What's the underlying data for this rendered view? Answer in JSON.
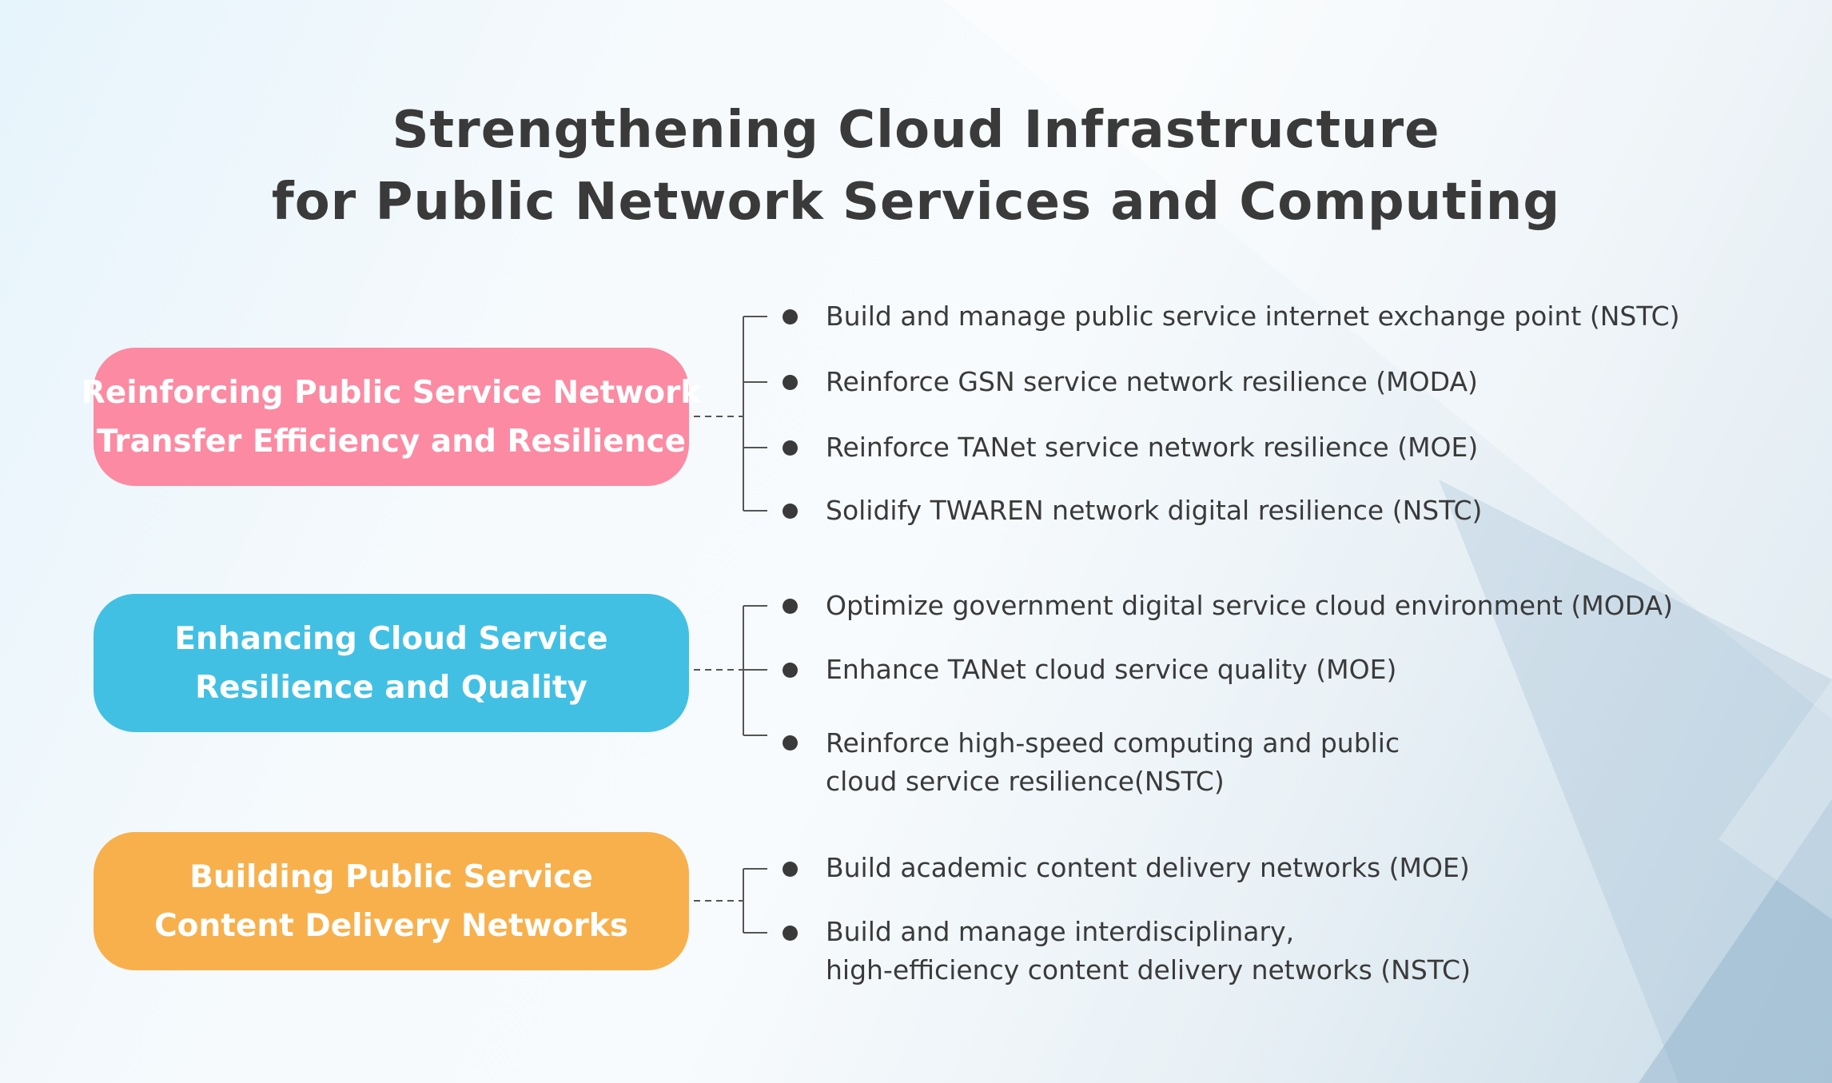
{
  "title": {
    "line1": "Strengthening Cloud Infrastructure",
    "line2": "for Public Network Services and Computing"
  },
  "colors": {
    "pink": "#fc8aa2",
    "blue": "#42c0e4",
    "orange": "#f8b04c",
    "text": "#3a3a3a",
    "connector": "#555555"
  },
  "groups": [
    {
      "label_line1": "Reinforcing Public Service Network",
      "label_line2": "Transfer Efficiency and Resilience",
      "items": [
        {
          "line1": "Build and manage public service internet exchange point (NSTC)"
        },
        {
          "line1": "Reinforce GSN service network resilience (MODA)"
        },
        {
          "line1": "Reinforce TANet service network resilience (MOE)"
        },
        {
          "line1": "Solidify TWAREN network digital resilience (NSTC)"
        }
      ]
    },
    {
      "label_line1": "Enhancing Cloud Service",
      "label_line2": "Resilience and Quality",
      "items": [
        {
          "line1": "Optimize government digital service cloud environment (MODA)"
        },
        {
          "line1": "Enhance TANet cloud service quality (MOE)"
        },
        {
          "line1": "Reinforce high-speed computing and public",
          "line2": "cloud service resilience(NSTC)"
        }
      ]
    },
    {
      "label_line1": "Building Public Service",
      "label_line2": "Content Delivery Networks",
      "items": [
        {
          "line1": "Build academic content delivery networks (MOE)"
        },
        {
          "line1": "Build and manage interdisciplinary,",
          "line2": "high-efficiency content delivery networks (NSTC)"
        }
      ]
    }
  ]
}
